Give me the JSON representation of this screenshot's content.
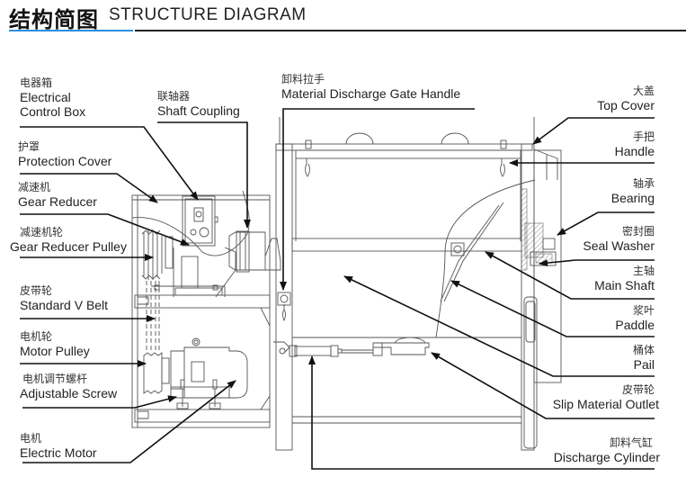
{
  "header": {
    "title_cn": "结构简图",
    "title_en": "STRUCTURE DIAGRAM",
    "accent_color": "#2e8fe0"
  },
  "labels": {
    "electrical_control_box": {
      "cn": "电器箱",
      "en_line1": "Electrical",
      "en_line2": "Control Box"
    },
    "protection_cover": {
      "cn": "护罩",
      "en": "Protection Cover"
    },
    "gear_reducer": {
      "cn": "减速机",
      "en": "Gear Reducer"
    },
    "gear_reducer_pulley": {
      "cn": "减速机轮",
      "en": "Gear Reducer Pulley"
    },
    "standard_v_belt": {
      "cn": "皮带轮",
      "en": "Standard V Belt"
    },
    "motor_pulley": {
      "cn": "电机轮",
      "en": "Motor Pulley"
    },
    "adjustable_screw": {
      "cn": "电机调节螺杆",
      "en": "Adjustable Screw"
    },
    "electric_motor": {
      "cn": "电机",
      "en": "Electric Motor"
    },
    "shaft_coupling": {
      "cn": "联轴器",
      "en": "Shaft Coupling"
    },
    "discharge_gate_handle": {
      "cn": "卸料拉手",
      "en": "Material Discharge Gate Handle"
    },
    "top_cover": {
      "cn": "大盖",
      "en": "Top Cover"
    },
    "handle": {
      "cn": "手把",
      "en": "Handle"
    },
    "bearing": {
      "cn": "轴承",
      "en": "Bearing"
    },
    "seal_washer": {
      "cn": "密封圈",
      "en": "Seal Washer"
    },
    "main_shaft": {
      "cn": "主轴",
      "en": "Main Shaft"
    },
    "paddle": {
      "cn": "浆叶",
      "en": "Paddle"
    },
    "pail": {
      "cn": "桶体",
      "en": "Pail"
    },
    "slip_material_outlet": {
      "cn": "皮带轮",
      "en": "Slip Material Outlet"
    },
    "discharge_cylinder": {
      "cn": "卸料气缸",
      "en": "Discharge Cylinder"
    }
  }
}
